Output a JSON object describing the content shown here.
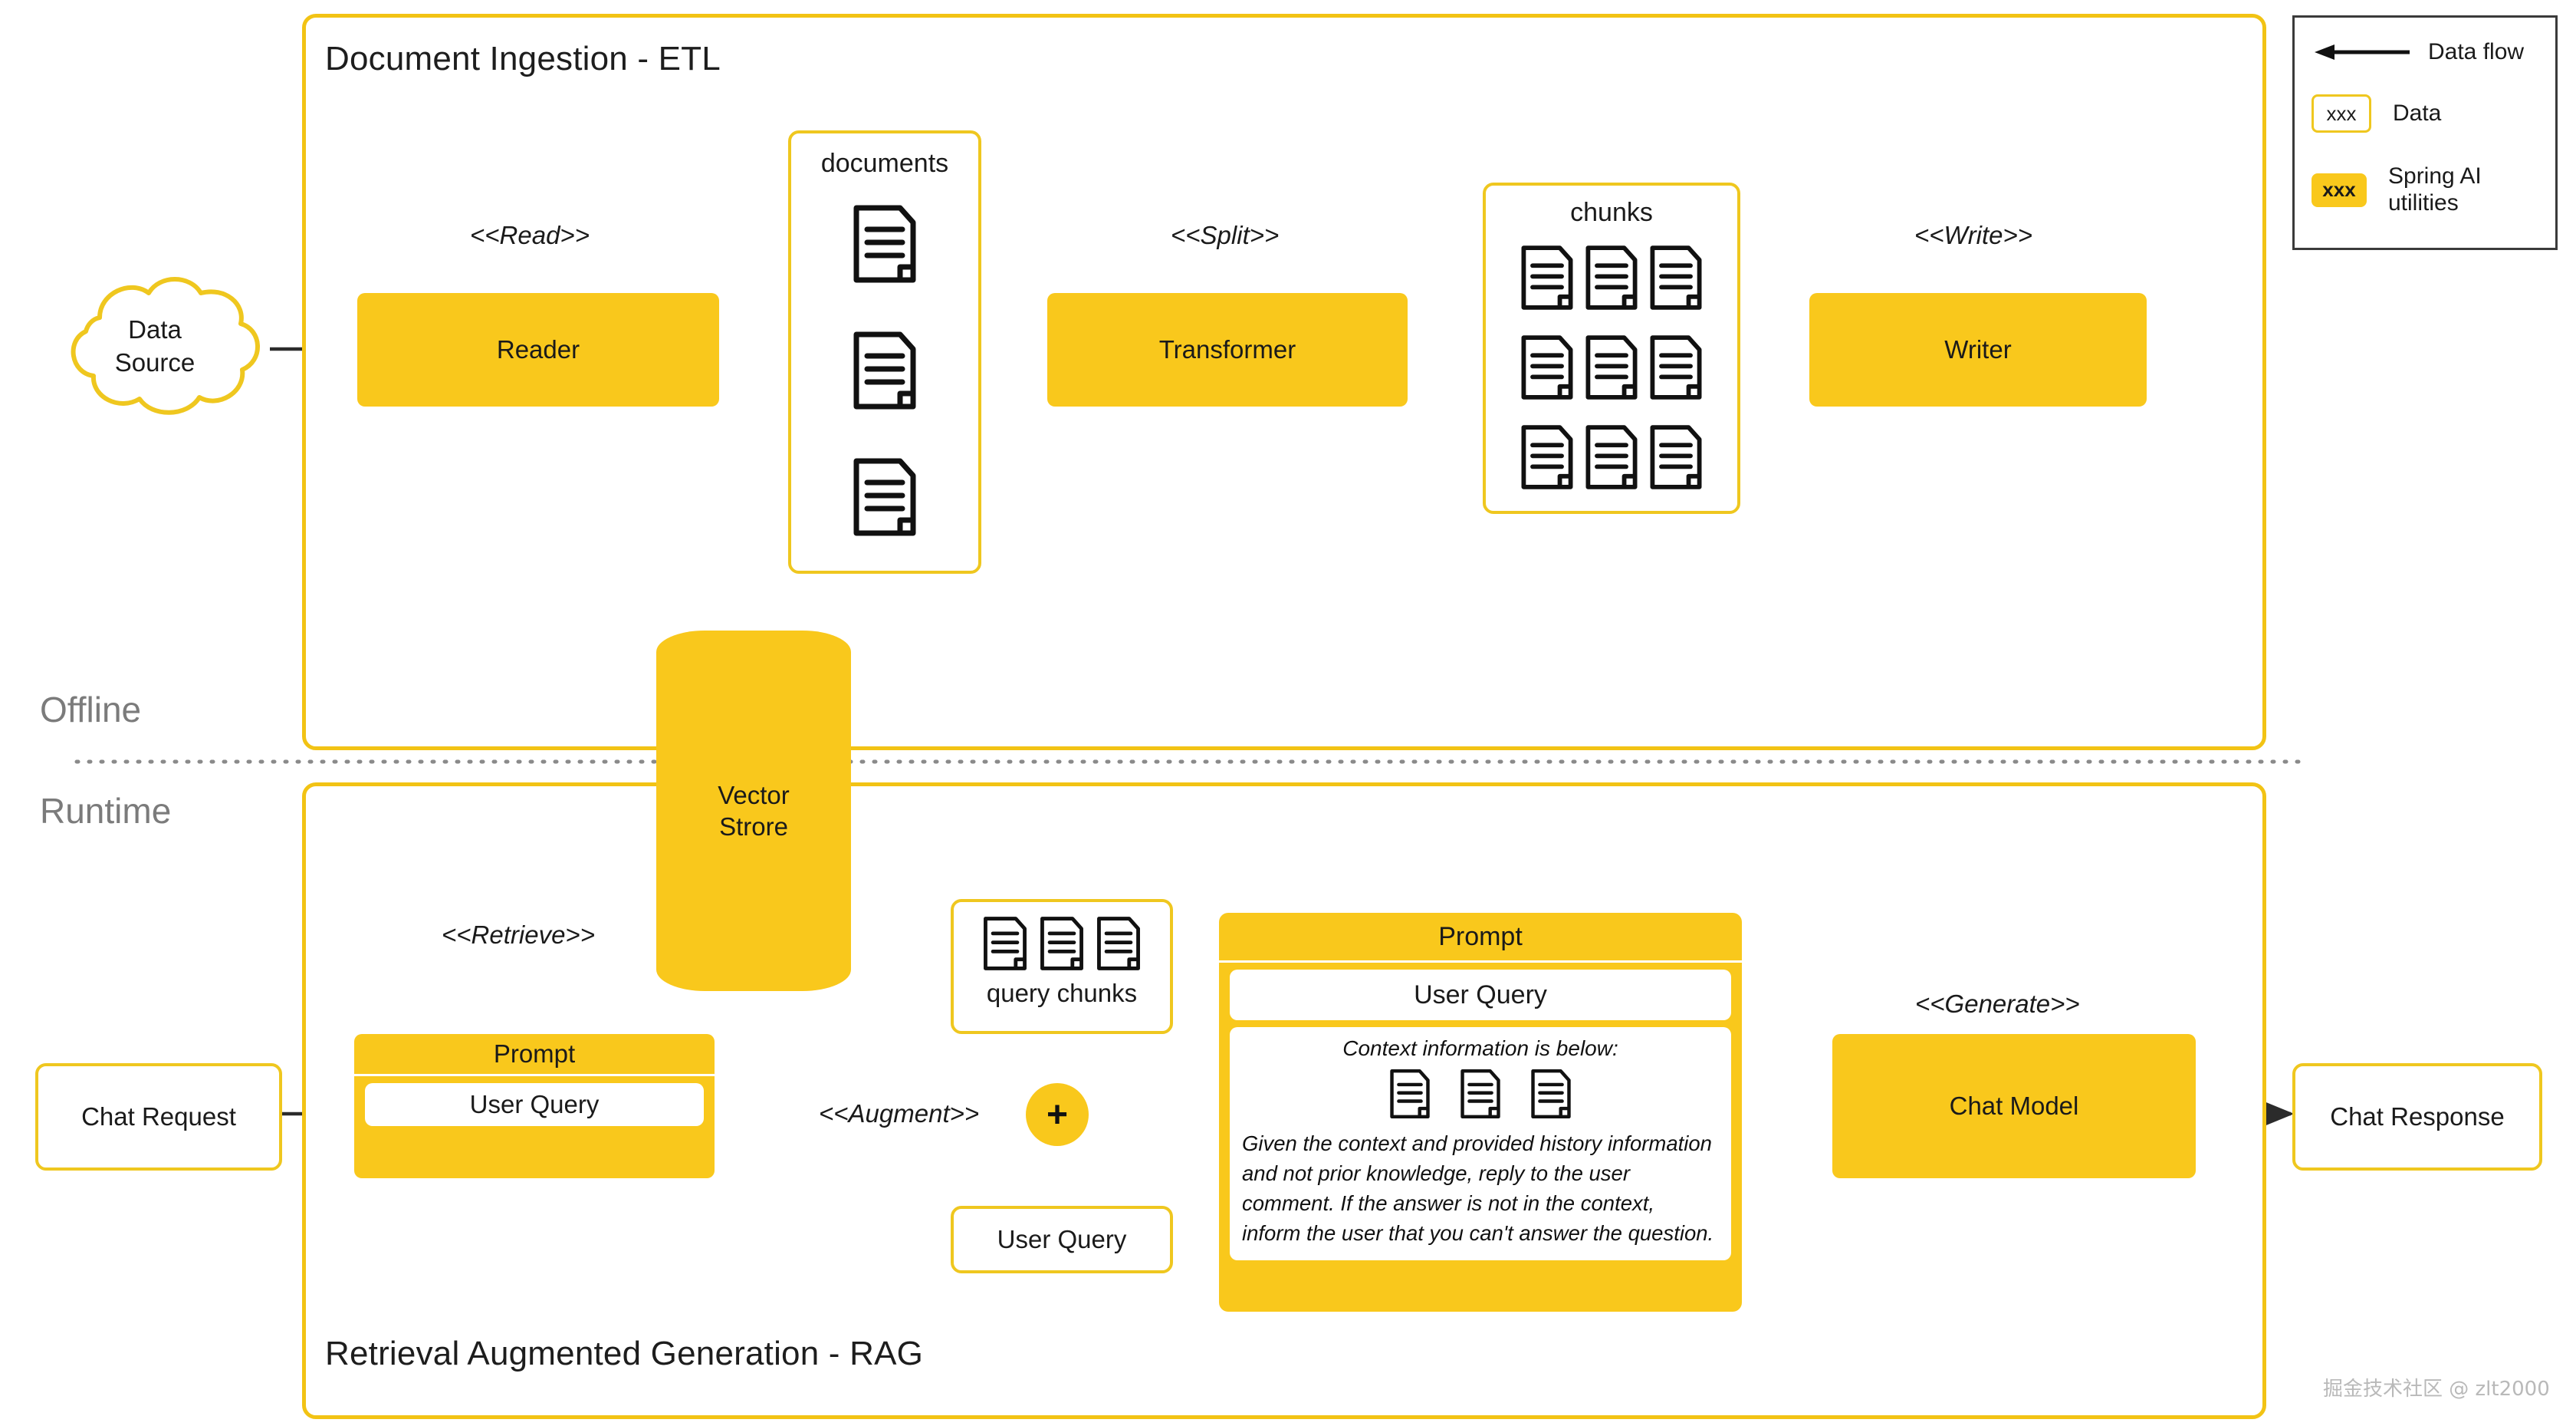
{
  "diagram": {
    "title_etl": "Document Ingestion - ETL",
    "title_rag": "Retrieval Augmented Generation - RAG",
    "phase_offline": "Offline",
    "phase_runtime": "Runtime",
    "watermark": "掘金技术社区 @ zlt2000",
    "colors": {
      "util_fill": "#F9C81C",
      "data_border": "#EFC71F",
      "group_border": "#F2C314",
      "arrow": "#2b2b2b",
      "phase_text": "#7b7b7b"
    }
  },
  "etl": {
    "data_source": "Data\nSource",
    "data_source_line1": "Data",
    "data_source_line2": "Source",
    "stereo_read": "<<Read>>",
    "reader": "Reader",
    "documents_caption": "documents",
    "documents_count": 3,
    "stereo_split": "<<Split>>",
    "transformer": "Transformer",
    "chunks_caption": "chunks",
    "chunks_count": 9,
    "stereo_write": "<<Write>>",
    "writer": "Writer"
  },
  "rag": {
    "vector_store_line1": "Vector",
    "vector_store_line2": "Strore",
    "stereo_retrieve": "<<Retrieve>>",
    "chat_request": "Chat Request",
    "prompt_small_header": "Prompt",
    "prompt_small_slot": "User Query",
    "query_chunks_caption": "query chunks",
    "query_chunks_count": 3,
    "stereo_augment": "<<Augment>>",
    "plus_symbol": "+",
    "user_query_box": "User Query",
    "prompt_big_header": "Prompt",
    "prompt_big_user_query": "User Query",
    "prompt_big_context_line": "Context information is below:",
    "prompt_big_doc_count": 3,
    "prompt_big_instruction": "Given the context and provided history information and not prior knowledge, reply to the user comment. If the answer is not in the context, inform the user that you can't answer the question.",
    "stereo_generate": "<<Generate>>",
    "chat_model": "Chat Model",
    "chat_response": "Chat Response"
  },
  "legend": {
    "data_flow_label": "Data flow",
    "data_label": "Data",
    "data_swatch_text": "xxx",
    "util_label_line1": "Spring AI",
    "util_label_line2": "utilities",
    "util_swatch_text": "xxx"
  }
}
